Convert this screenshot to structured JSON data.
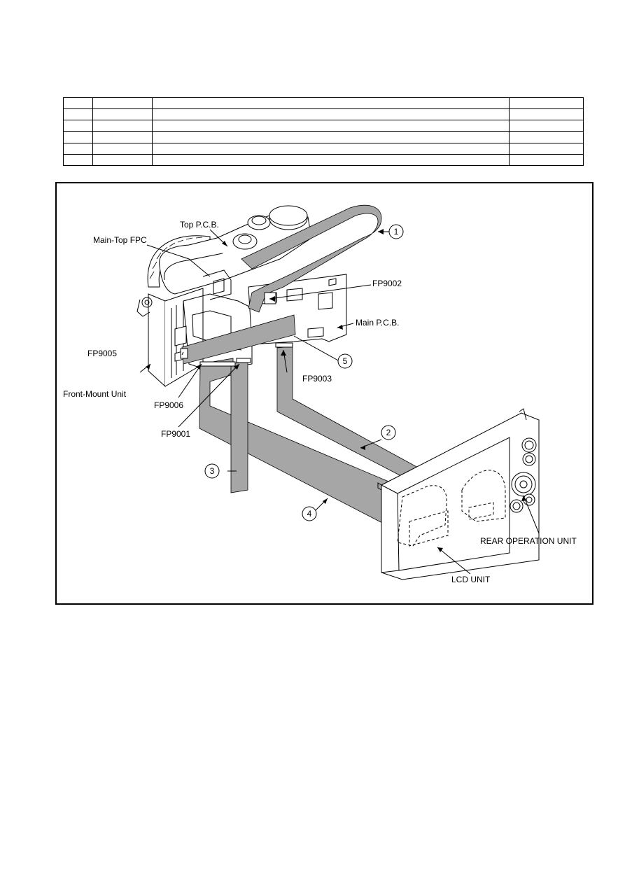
{
  "parts_table": {
    "rows": [
      [
        "",
        "",
        "",
        ""
      ],
      [
        "",
        "",
        "",
        ""
      ],
      [
        "",
        "",
        "",
        ""
      ],
      [
        "",
        "",
        "",
        ""
      ],
      [
        "",
        "",
        "",
        ""
      ],
      [
        "",
        "",
        "",
        ""
      ]
    ]
  },
  "diagram": {
    "labels": {
      "top_pcb": "Top P.C.B.",
      "main_top_fpc": "Main-Top FPC",
      "fp9002": "FP9002",
      "main_pcb": "Main P.C.B.",
      "fp9005": "FP9005",
      "front_mount_unit": "Front-Mount Unit",
      "fp9006": "FP9006",
      "fp9003": "FP9003",
      "fp9001": "FP9001",
      "rear_operation_unit": "REAR OPERATION UNIT",
      "lcd_unit": "LCD UNIT"
    },
    "callouts": [
      "1",
      "2",
      "3",
      "4",
      "5"
    ],
    "colors": {
      "cable": "#a6a6a6",
      "line": "#000000"
    }
  }
}
